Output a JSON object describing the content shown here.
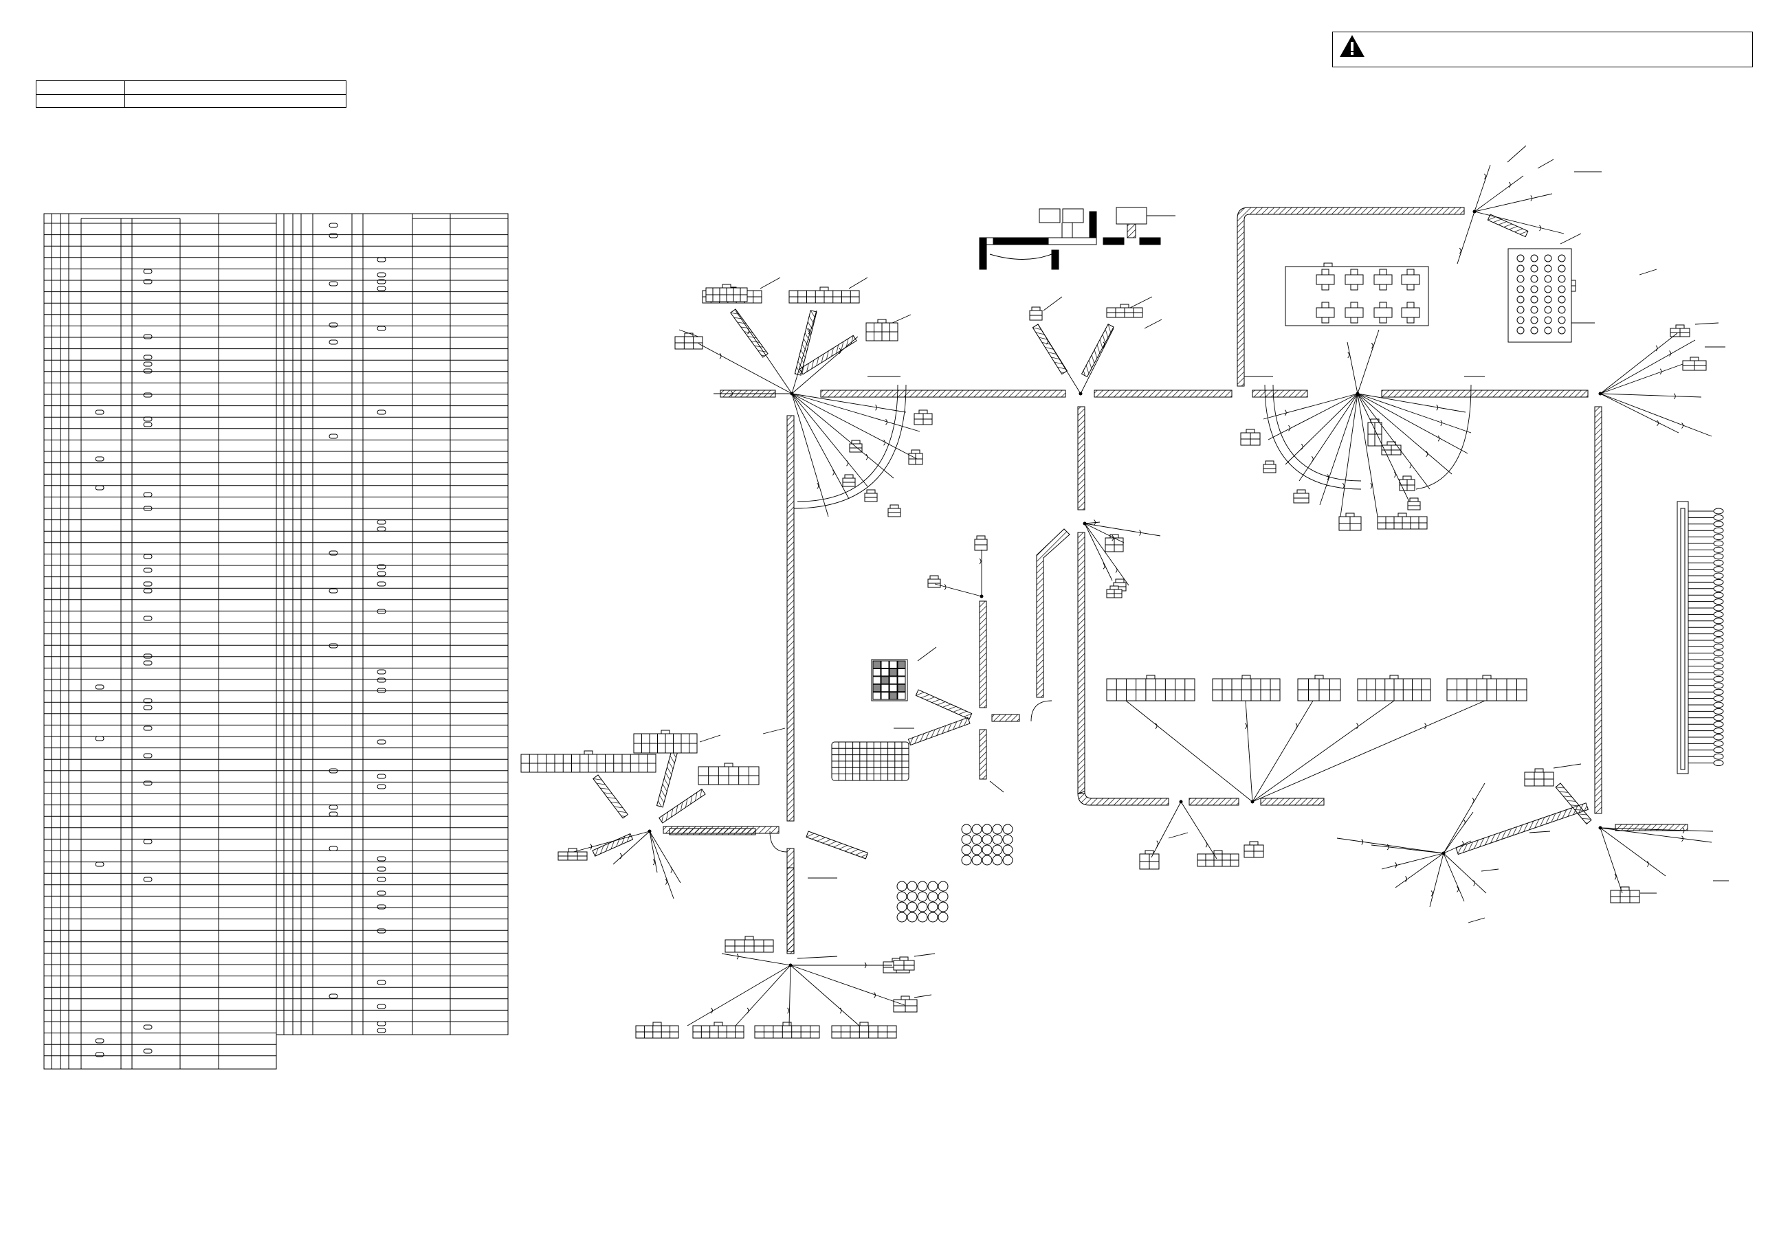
{
  "document": {
    "warning_notice": "",
    "title_block": {
      "rows": [
        {
          "label": "",
          "value": ""
        },
        {
          "label": "",
          "value": ""
        }
      ]
    }
  },
  "wiring_table": {
    "left_rows": 74,
    "right_rows": 71
  },
  "diagram": {
    "line_color": "#000000",
    "harness_fill": "hatched",
    "background": "#ffffff"
  }
}
